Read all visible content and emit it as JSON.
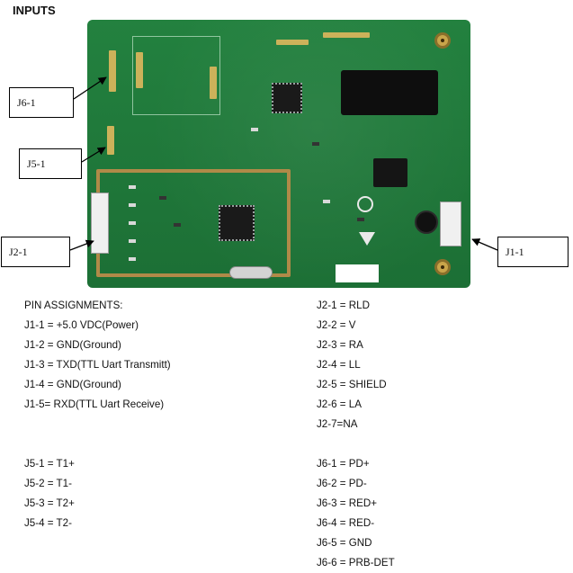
{
  "heading": "INPUTS",
  "callouts": {
    "j6": "J6-1",
    "j5": "J5-1",
    "j2": "J2-1",
    "j1": "J1-1"
  },
  "pin_title": "PIN ASSIGNMENTS:",
  "j1_pins": [
    "J1-1 = +5.0 VDC(Power)",
    "J1-2 = GND(Ground)",
    "J1-3 = TXD(TTL Uart Transmitt)",
    "J1-4 = GND(Ground)",
    "J1-5= RXD(TTL Uart Receive)"
  ],
  "j2_pins": [
    "J2-1 = RLD",
    "J2-2 = V",
    "J2-3 = RA",
    "J2-4 = LL",
    "J2-5 = SHIELD",
    "J2-6 = LA",
    "J2-7=NA"
  ],
  "j5_pins": [
    "J5-1 = T1+",
    "J5-2 = T1-",
    "J5-3 = T2+",
    "J5-4 = T2-"
  ],
  "j6_pins": [
    "J6-1 = PD+",
    "J6-2 = PD-",
    "J6-3 = RED+",
    "J6-4 = RED-",
    "J6-5 = GND",
    "J6-6 = PRB-DET"
  ]
}
